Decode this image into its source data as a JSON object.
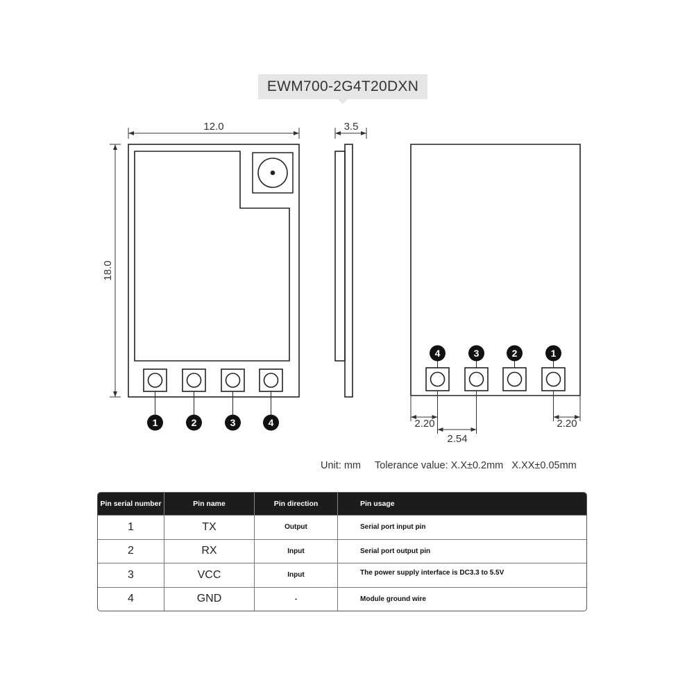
{
  "title": "EWM700-2G4T20DXN",
  "dimensions": {
    "width": "12.0",
    "height": "18.0",
    "thickness": "3.5",
    "edge_left": "2.20",
    "edge_right": "2.20",
    "pitch": "2.54"
  },
  "front_pins": [
    "1",
    "2",
    "3",
    "4"
  ],
  "back_pins": [
    "4",
    "3",
    "2",
    "1"
  ],
  "notes": {
    "unit": "Unit: mm",
    "tolerance": "Tolerance value: X.X±0.2mm   X.XX±0.05mm"
  },
  "table": {
    "headers": [
      "Pin serial number",
      "Pin name",
      "Pin direction",
      "Pin usage"
    ],
    "rows": [
      {
        "number": "1",
        "name": "TX",
        "direction": "Output",
        "usage": "Serial port input pin"
      },
      {
        "number": "2",
        "name": "RX",
        "direction": "Input",
        "usage": "Serial port output pin"
      },
      {
        "number": "3",
        "name": "VCC",
        "direction": "Input",
        "usage": "The power supply interface is DC3.3 to 5.5V"
      },
      {
        "number": "4",
        "name": "GND",
        "direction": "-",
        "usage": "Module ground wire"
      }
    ]
  }
}
